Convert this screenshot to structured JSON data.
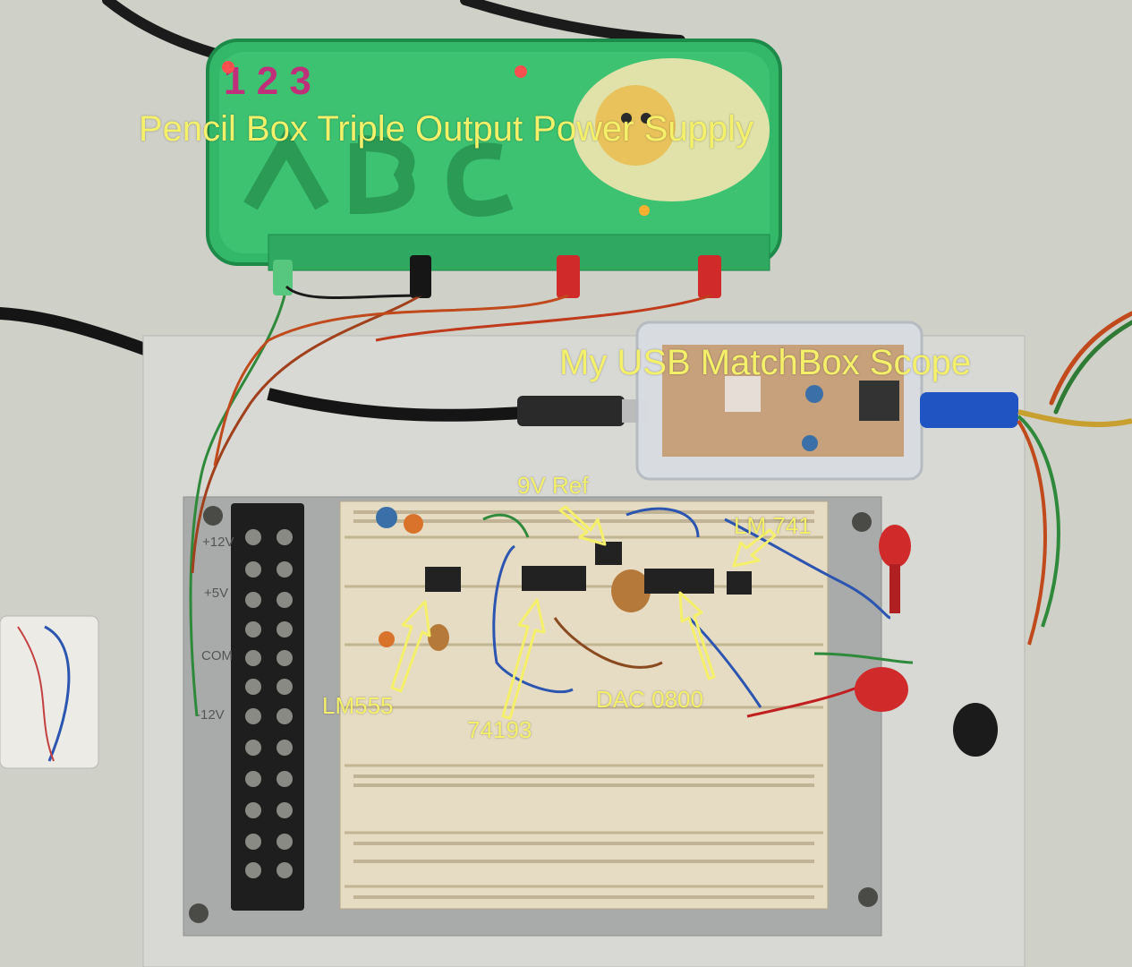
{
  "captions": {
    "power_supply": "Pencil Box Triple Output Power Supply",
    "scope": "My USB MatchBox Scope",
    "ref": "9V Ref",
    "opamp": "LM 741",
    "timer": "LM555",
    "counter": "74193",
    "dac": "DAC 0800"
  },
  "board_labels": {
    "plus12": "+12V",
    "plus5": "+5V",
    "com": "COM",
    "minus12": "-12V"
  },
  "colors": {
    "annotation": "#f4f06a",
    "background": "#cfd0c8",
    "plate": "#d8d9d4",
    "breadboard": "#e6dcc3",
    "pencil_box": "#33b86a",
    "terminal_block": "#1e1e1e"
  }
}
